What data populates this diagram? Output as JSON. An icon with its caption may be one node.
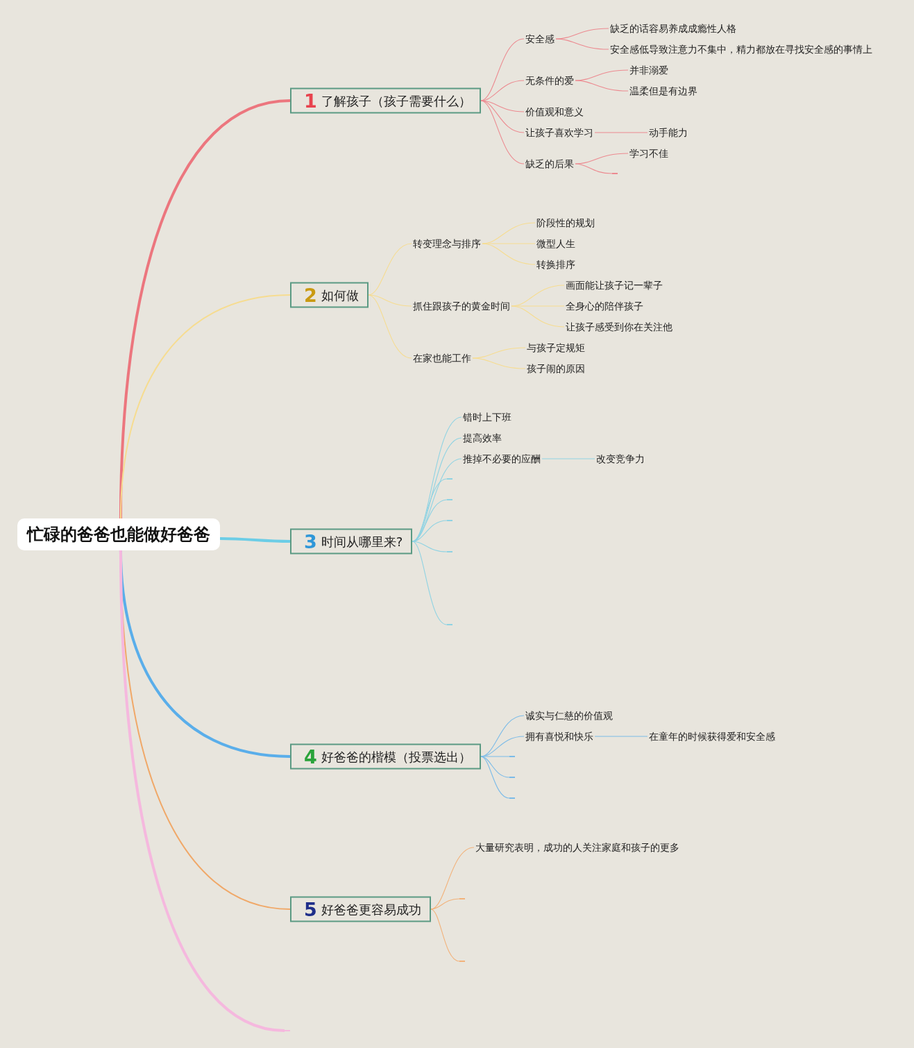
{
  "diagram": {
    "nodes": [
      {
        "text": [
          "忙碌的爸爸也能做好爸爸"
        ]
      },
      {
        "text": [
          "1",
          "了解孩子（孩子需要什么）"
        ]
      },
      {
        "text": [
          "安全感"
        ]
      },
      {
        "text": [
          "缺乏的话容易养成成瘾性人格"
        ]
      },
      {
        "text": [
          "安全感低导致注意力不集中，精力都放在寻找安全感的事情上"
        ]
      },
      {
        "text": [
          "无条件的爱"
        ]
      },
      {
        "text": [
          "并非溺爱"
        ]
      },
      {
        "text": [
          "温柔但是有边界"
        ]
      },
      {
        "text": [
          "价值观和意义"
        ]
      },
      {
        "text": [
          "让孩子喜欢学习"
        ]
      },
      {
        "text": [
          "动手能力"
        ]
      },
      {
        "text": [
          "缺乏的后果"
        ]
      },
      {
        "text": [
          "学习不佳"
        ]
      },
      {
        "text": [],
        "shape": "bar"
      },
      {
        "text": [
          "2",
          "如何做"
        ]
      },
      {
        "text": [
          "转变理念与排序"
        ]
      },
      {
        "text": [
          "阶段性的规划"
        ]
      },
      {
        "text": [
          "微型人生"
        ]
      },
      {
        "text": [
          "转换排序"
        ]
      },
      {
        "text": [
          "抓住跟孩子的黄金时间"
        ]
      },
      {
        "text": [
          "画面能让孩子记一辈子"
        ]
      },
      {
        "text": [
          "全身心的陪伴孩子"
        ]
      },
      {
        "text": [
          "让孩子感受到你在关注他"
        ]
      },
      {
        "text": [
          "在家也能工作"
        ]
      },
      {
        "text": [
          "与孩子定规矩"
        ]
      },
      {
        "text": [
          "孩子闹的原因"
        ]
      },
      {
        "text": [
          "3",
          "时间从哪里来?"
        ]
      },
      {
        "text": [
          "错时上下班"
        ]
      },
      {
        "text": [
          "提高效率"
        ]
      },
      {
        "text": [
          "推掉不必要的应酬"
        ]
      },
      {
        "text": [
          "改变竞争力"
        ]
      },
      {
        "text": [],
        "shape": "bar"
      },
      {
        "text": [],
        "shape": "bar"
      },
      {
        "text": [],
        "shape": "bar"
      },
      {
        "text": [],
        "shape": "bar"
      },
      {
        "text": [],
        "shape": "bar"
      },
      {
        "text": [
          "4",
          "好爸爸的楷模（投票选出）"
        ]
      },
      {
        "text": [
          "诚实与仁慈的价值观"
        ]
      },
      {
        "text": [
          "拥有喜悦和快乐"
        ]
      },
      {
        "text": [
          "在童年的时候获得爱和安全感"
        ]
      },
      {
        "text": [],
        "shape": "bar"
      },
      {
        "text": [],
        "shape": "bar"
      },
      {
        "text": [],
        "shape": "bar"
      },
      {
        "text": [
          "5",
          "好爸爸更容易成功"
        ]
      },
      {
        "text": [
          "大量研究表明，成功的人关注家庭和孩子的更多"
        ]
      },
      {
        "text": [],
        "shape": "bar"
      },
      {
        "text": [],
        "shape": "bar"
      },
      {
        "text": [],
        "shape": "bar"
      }
    ],
    "edges": [
      {
        "from": 0,
        "to": 1,
        "arrow": "none",
        "style": "thick",
        "color": "#ec767e"
      },
      {
        "from": 1,
        "to": 2,
        "arrow": "none",
        "color": "#ec8a90"
      },
      {
        "from": 2,
        "to": 3,
        "arrow": "none",
        "color": "#ec8a90"
      },
      {
        "from": 2,
        "to": 4,
        "arrow": "none",
        "color": "#ec8a90"
      },
      {
        "from": 1,
        "to": 5,
        "arrow": "none",
        "color": "#ec8a90"
      },
      {
        "from": 5,
        "to": 6,
        "arrow": "none",
        "color": "#ec8a90"
      },
      {
        "from": 5,
        "to": 7,
        "arrow": "none",
        "color": "#ec8a90"
      },
      {
        "from": 1,
        "to": 8,
        "arrow": "none",
        "color": "#ec8a90"
      },
      {
        "from": 1,
        "to": 9,
        "arrow": "none",
        "color": "#ec8a90"
      },
      {
        "from": 9,
        "to": 10,
        "arrow": "none",
        "color": "#ec8a90"
      },
      {
        "from": 1,
        "to": 11,
        "arrow": "none",
        "color": "#ec8a90"
      },
      {
        "from": 11,
        "to": 12,
        "arrow": "none",
        "color": "#ec8a90"
      },
      {
        "from": 11,
        "to": 13,
        "arrow": "none",
        "color": "#ec8a90"
      },
      {
        "from": 0,
        "to": 14,
        "arrow": "none",
        "color": "#f6dc90"
      },
      {
        "from": 14,
        "to": 15,
        "arrow": "none",
        "color": "#f6dc90"
      },
      {
        "from": 15,
        "to": 16,
        "arrow": "none",
        "color": "#f6dc90"
      },
      {
        "from": 15,
        "to": 17,
        "arrow": "none",
        "color": "#f6dc90"
      },
      {
        "from": 15,
        "to": 18,
        "arrow": "none",
        "color": "#f6dc90"
      },
      {
        "from": 14,
        "to": 19,
        "arrow": "none",
        "color": "#f6dc90"
      },
      {
        "from": 19,
        "to": 20,
        "arrow": "none",
        "color": "#f6dc90"
      },
      {
        "from": 19,
        "to": 21,
        "arrow": "none",
        "color": "#f6dc90"
      },
      {
        "from": 19,
        "to": 22,
        "arrow": "none",
        "color": "#f6dc90"
      },
      {
        "from": 14,
        "to": 23,
        "arrow": "none",
        "color": "#f6dc90"
      },
      {
        "from": 23,
        "to": 24,
        "arrow": "none",
        "color": "#f6dc90"
      },
      {
        "from": 23,
        "to": 25,
        "arrow": "none",
        "color": "#f6dc90"
      },
      {
        "from": 0,
        "to": 26,
        "arrow": "none",
        "style": "thick",
        "color": "#6ccde6"
      },
      {
        "from": 26,
        "to": 27,
        "arrow": "none",
        "color": "#8fd3e3"
      },
      {
        "from": 26,
        "to": 28,
        "arrow": "none",
        "color": "#8fd3e3"
      },
      {
        "from": 26,
        "to": 29,
        "arrow": "none",
        "color": "#8fd3e3"
      },
      {
        "from": 29,
        "to": 30,
        "arrow": "none",
        "color": "#8fd3e3"
      },
      {
        "from": 26,
        "to": 31,
        "arrow": "none",
        "color": "#8fd3e3"
      },
      {
        "from": 26,
        "to": 32,
        "arrow": "none",
        "color": "#8fd3e3"
      },
      {
        "from": 26,
        "to": 33,
        "arrow": "none",
        "color": "#8fd3e3"
      },
      {
        "from": 26,
        "to": 34,
        "arrow": "none",
        "color": "#8fd3e3"
      },
      {
        "from": 26,
        "to": 35,
        "arrow": "none",
        "color": "#8fd3e3"
      },
      {
        "from": 0,
        "to": 36,
        "arrow": "none",
        "style": "thick",
        "color": "#5aaeea"
      },
      {
        "from": 36,
        "to": 37,
        "arrow": "none",
        "color": "#7bbbe8"
      },
      {
        "from": 36,
        "to": 38,
        "arrow": "none",
        "color": "#7bbbe8"
      },
      {
        "from": 38,
        "to": 39,
        "arrow": "none",
        "color": "#7bbbe8"
      },
      {
        "from": 36,
        "to": 40,
        "arrow": "none",
        "color": "#7bbbe8"
      },
      {
        "from": 36,
        "to": 41,
        "arrow": "none",
        "color": "#7bbbe8"
      },
      {
        "from": 36,
        "to": 42,
        "arrow": "none",
        "color": "#7bbbe8"
      },
      {
        "from": 0,
        "to": 43,
        "arrow": "none",
        "color": "#f0a868"
      },
      {
        "from": 43,
        "to": 44,
        "arrow": "none",
        "color": "#f2b27a"
      },
      {
        "from": 43,
        "to": 45,
        "arrow": "none",
        "color": "#f2b27a"
      },
      {
        "from": 43,
        "to": 46,
        "arrow": "none",
        "color": "#f2b27a"
      },
      {
        "from": 0,
        "to": 47,
        "arrow": "none",
        "style": "thick",
        "color": "#f5b8de"
      }
    ]
  }
}
